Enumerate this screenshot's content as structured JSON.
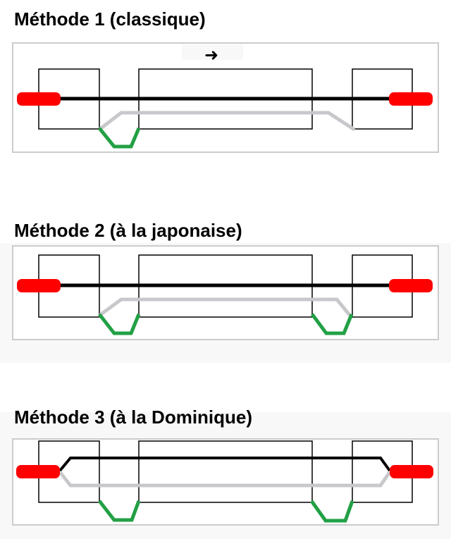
{
  "methods": [
    {
      "title": "Méthode 1 (classique)",
      "direction_arrow": "➜"
    },
    {
      "title": "Méthode 2 (à la japonaise)"
    },
    {
      "title": "Méthode 3 (à la Dominique)"
    }
  ],
  "colors": {
    "buffer": "#ff0000",
    "main_track": "#000000",
    "side_track": "#c8c8cc",
    "crossover": "#22a045",
    "frame": "#cccccc"
  }
}
